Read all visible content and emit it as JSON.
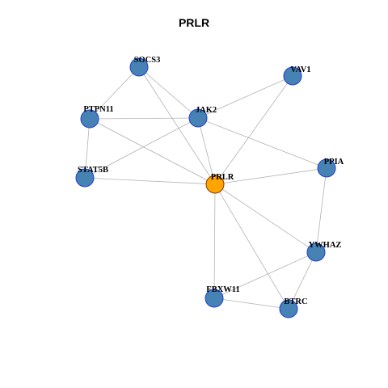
{
  "title": "PRLR",
  "colors": {
    "edge": "#b3b3b3",
    "node_fill": "#4682b4",
    "node_stroke": "#1f3fd1",
    "center_fill": "#ffa500",
    "center_stroke": "#8b3a00"
  },
  "nodes": [
    {
      "id": "SOCS3",
      "center": false
    },
    {
      "id": "VAV1",
      "center": false
    },
    {
      "id": "PTPN11",
      "center": false
    },
    {
      "id": "JAK2",
      "center": false
    },
    {
      "id": "PPIA",
      "center": false
    },
    {
      "id": "STAT5B",
      "center": false
    },
    {
      "id": "PRLR",
      "center": true
    },
    {
      "id": "YWHAZ",
      "center": false
    },
    {
      "id": "FBXW11",
      "center": false
    },
    {
      "id": "BTRC",
      "center": false
    }
  ],
  "edges": [
    [
      "SOCS3",
      "PTPN11"
    ],
    [
      "SOCS3",
      "JAK2"
    ],
    [
      "SOCS3",
      "PRLR"
    ],
    [
      "VAV1",
      "JAK2"
    ],
    [
      "VAV1",
      "PRLR"
    ],
    [
      "PTPN11",
      "JAK2"
    ],
    [
      "PTPN11",
      "STAT5B"
    ],
    [
      "PTPN11",
      "PRLR"
    ],
    [
      "JAK2",
      "STAT5B"
    ],
    [
      "JAK2",
      "PRLR"
    ],
    [
      "JAK2",
      "PPIA"
    ],
    [
      "STAT5B",
      "PRLR"
    ],
    [
      "PRLR",
      "PPIA"
    ],
    [
      "PRLR",
      "YWHAZ"
    ],
    [
      "PRLR",
      "FBXW11"
    ],
    [
      "PRLR",
      "BTRC"
    ],
    [
      "PPIA",
      "YWHAZ"
    ],
    [
      "YWHAZ",
      "FBXW11"
    ],
    [
      "YWHAZ",
      "BTRC"
    ],
    [
      "FBXW11",
      "BTRC"
    ]
  ]
}
